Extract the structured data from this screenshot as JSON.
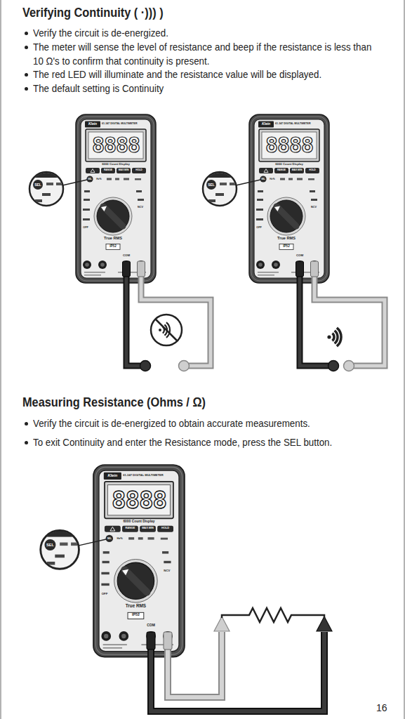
{
  "diagram": {
    "title": "Verifying Continuity ( ·))) )",
    "labels": [
      "Verify the circuit is de-energized.",
      "The meter will sense the level of resistance and beep if the resistance is less than 10 Ω's to confirm that continuity is present.",
      "The red LED will illuminate and the resistance value will be displayed.",
      "The default setting is Continuity",
      "Measuring Resistance (Ohms / Ω)",
      "Verify the circuit is de-energized to obtain accurate measurements.",
      "To exit Continuity and enter the Resistance mode, press the SEL button.",
      "16",
      "Klein",
      "61-347 DIGITAL MULTIMETER",
      "8888",
      "6000 Count Display",
      "RANGE",
      "MAX MIN",
      "HOLD",
      "SEL",
      "Hz%",
      "NCV",
      "OFF",
      "True RMS",
      "IP52",
      "COM",
      "SEL",
      "Klein",
      "61-347 DIGITAL MULTIMETER",
      "8888",
      "6000 Count Display",
      "RANGE",
      "MAX MIN",
      "HOLD",
      "SEL",
      "Hz%",
      "NCV",
      "OFF",
      "True RMS",
      "IP52",
      "COM",
      "SEL",
      "Klein",
      "61-347 DIGITAL MULTIMETER",
      "8888",
      "6000 Count Display",
      "RANGE",
      "MAX MIN",
      "HOLD",
      "SEL",
      "Hz%",
      "NCV",
      "OFF",
      "True RMS",
      "IP52",
      "COM",
      "SEL"
    ]
  }
}
